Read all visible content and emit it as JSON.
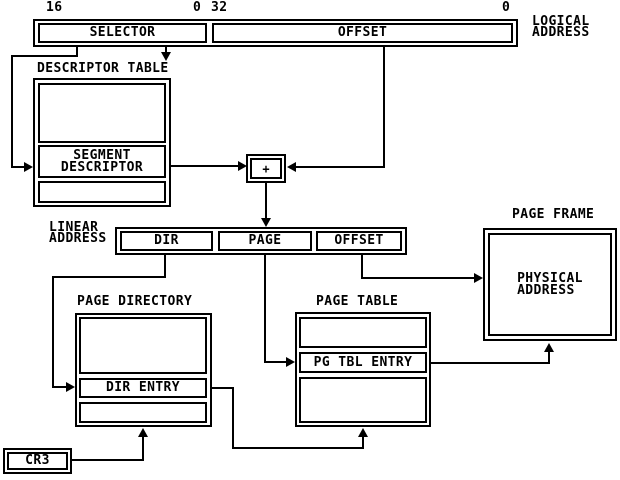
{
  "colors": {
    "ink": "#000000",
    "background": "#ffffff"
  },
  "logical_address": {
    "bit_selector_high": "16",
    "bit_selector_low": "0",
    "bit_offset_high": "32",
    "bit_offset_low": "0",
    "selector": "SELECTOR",
    "offset": "OFFSET",
    "label_line1": "LOGICAL",
    "label_line2": "ADDRESS"
  },
  "descriptor_table": {
    "title": "DESCRIPTOR TABLE",
    "entry_line1": "SEGMENT",
    "entry_line2": "DESCRIPTOR"
  },
  "adder": {
    "symbol": "+"
  },
  "linear_address": {
    "label_line1": "LINEAR",
    "label_line2": "ADDRESS",
    "dir": "DIR",
    "page": "PAGE",
    "offset": "OFFSET"
  },
  "page_frame": {
    "title": "PAGE FRAME",
    "content_line1": "PHYSICAL",
    "content_line2": "ADDRESS"
  },
  "page_directory": {
    "title": "PAGE DIRECTORY",
    "entry": "DIR ENTRY"
  },
  "page_table": {
    "title": "PAGE TABLE",
    "entry": "PG TBL ENTRY"
  },
  "cr3": {
    "label": "CR3"
  }
}
